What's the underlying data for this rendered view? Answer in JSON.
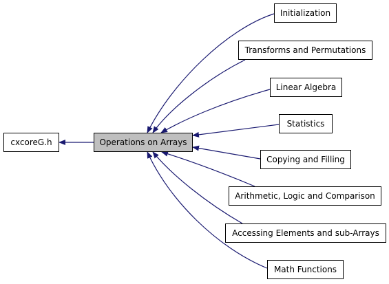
{
  "colors": {
    "edge": "#191970",
    "current_fill": "#bfbfbf",
    "border": "#000000"
  },
  "diagram": {
    "parent": {
      "label": "cxcoreG.h"
    },
    "current": {
      "label": "Operations on Arrays"
    },
    "children": [
      {
        "label": "Initialization"
      },
      {
        "label": "Transforms and Permutations"
      },
      {
        "label": "Linear Algebra"
      },
      {
        "label": "Statistics"
      },
      {
        "label": "Copying and Filling"
      },
      {
        "label": "Arithmetic, Logic and Comparison"
      },
      {
        "label": "Accessing Elements and sub-Arrays"
      },
      {
        "label": "Math Functions"
      }
    ]
  }
}
